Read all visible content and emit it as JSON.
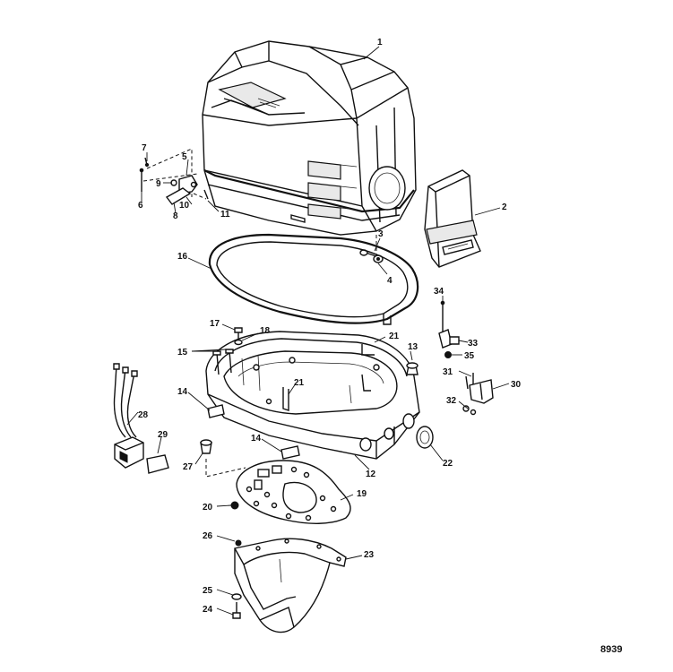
{
  "figure_number": "8939",
  "labels": [
    "1",
    "2",
    "3",
    "4",
    "5",
    "6",
    "7",
    "8",
    "9",
    "10",
    "11",
    "12",
    "13",
    "14",
    "14",
    "15",
    "16",
    "17",
    "18",
    "19",
    "20",
    "21",
    "21",
    "22",
    "23",
    "24",
    "25",
    "26",
    "27",
    "28",
    "29",
    "30",
    "31",
    "32",
    "33",
    "34",
    "35"
  ],
  "colors": {
    "line": "#111111",
    "background": "#ffffff"
  }
}
